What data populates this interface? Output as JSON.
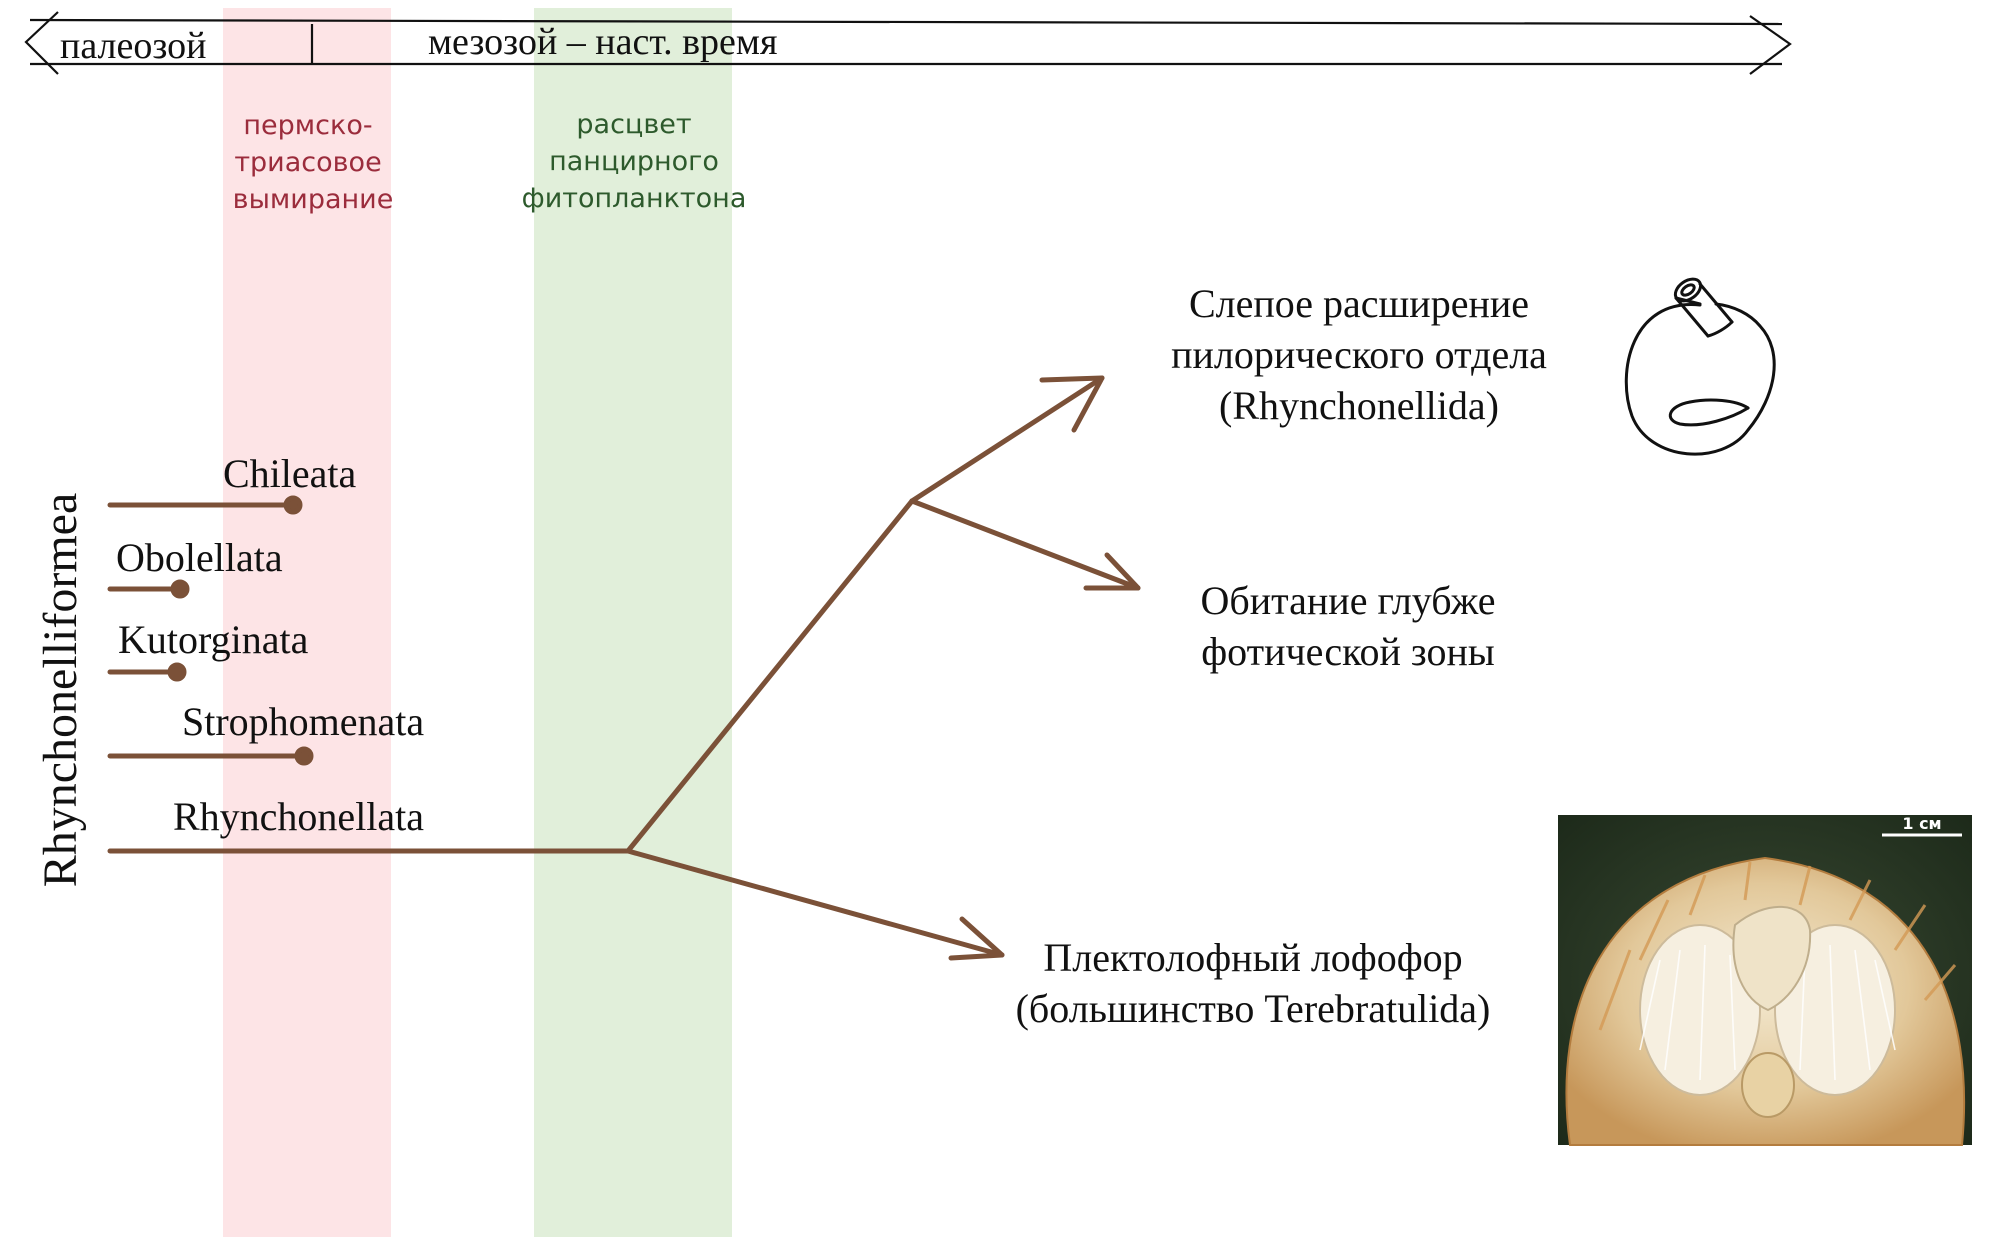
{
  "timeline": {
    "paleozoic": "палеозой",
    "mesozoic_present": "мезозой – наст. время"
  },
  "events": {
    "extinction": [
      "пермско-",
      "триасовое",
      "вымирание"
    ],
    "phytoplankton": [
      "расцвет",
      "панцирного",
      "фитопланктона"
    ]
  },
  "tree": {
    "root_label": "Rhynchonelliformea",
    "taxa": [
      "Chileata",
      "Obolellata",
      "Kutorginata",
      "Strophomenata",
      "Rhynchonellata"
    ]
  },
  "traits": {
    "pyloric": [
      "Слепое расширение",
      "пилорического отдела",
      "(Rhynchonellida)"
    ],
    "depth": [
      "Обитание глубже",
      "фотической зоны"
    ],
    "lophophore": [
      "Плектолофный лофофор",
      "(большинство Terebratulida)"
    ]
  },
  "photo": {
    "scale_label": "1 см"
  },
  "colors": {
    "branch": "#7b5138",
    "extinction_band": "#fde4e6",
    "extinction_text": "#9b2c3c",
    "phyto_band": "#e1efda",
    "phyto_text": "#2d5a2c",
    "text": "#111111"
  }
}
